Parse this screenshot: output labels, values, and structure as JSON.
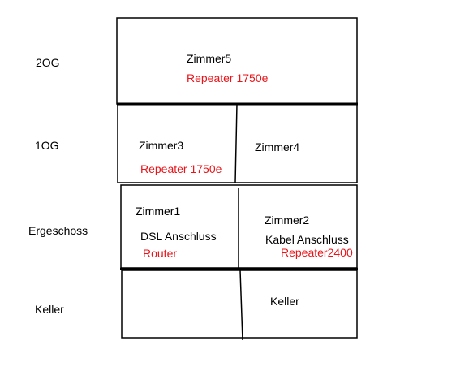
{
  "colors": {
    "text": "#000000",
    "highlight": "#e8151a",
    "line": "#000000"
  },
  "floors": [
    {
      "label": "2OG"
    },
    {
      "label": "1OG"
    },
    {
      "label": "Ergeschoss"
    },
    {
      "label": "Keller"
    }
  ],
  "rooms": {
    "zimmer5": {
      "name": "Zimmer5",
      "device": "Repeater 1750e"
    },
    "zimmer3": {
      "name": "Zimmer3",
      "device": "Repeater 1750e"
    },
    "zimmer4": {
      "name": "Zimmer4"
    },
    "zimmer1": {
      "name": "Zimmer1",
      "connection": "DSL Anschluss",
      "device": "Router"
    },
    "zimmer2": {
      "name": "Zimmer2",
      "connection": "Kabel Anschluss",
      "device": "Repeater2400"
    },
    "keller": {
      "name": "Keller"
    }
  }
}
